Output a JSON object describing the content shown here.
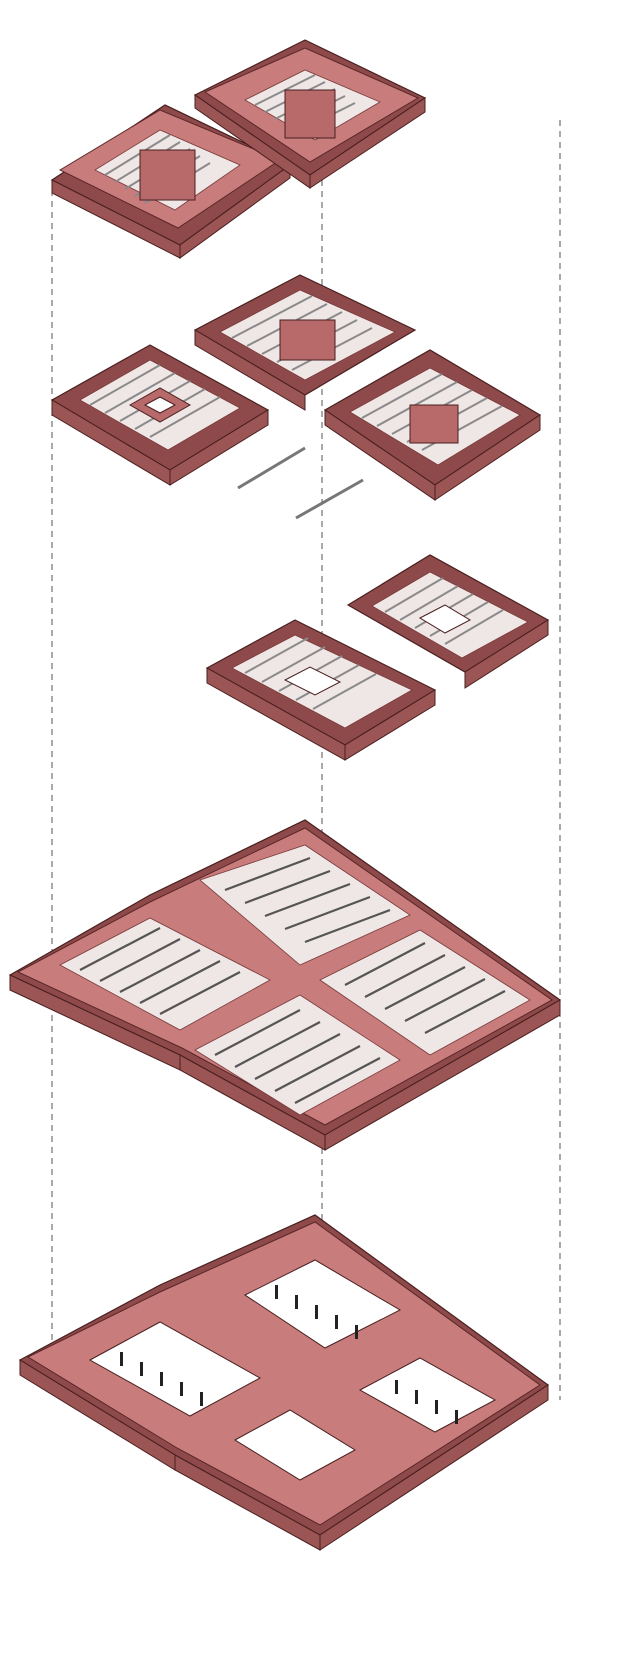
{
  "diagram": {
    "type": "exploded-axonometric-building-model",
    "colors": {
      "wall": "#8e4a4a",
      "wall_top": "#c87c7c",
      "floor": "#efe6e6",
      "structure": "#8a8a8a",
      "guide_line": "#555555"
    },
    "layers": [
      {
        "name": "roof-level"
      },
      {
        "name": "upper-floor"
      },
      {
        "name": "middle-floor"
      },
      {
        "name": "main-floor"
      },
      {
        "name": "ground-floor"
      }
    ]
  }
}
